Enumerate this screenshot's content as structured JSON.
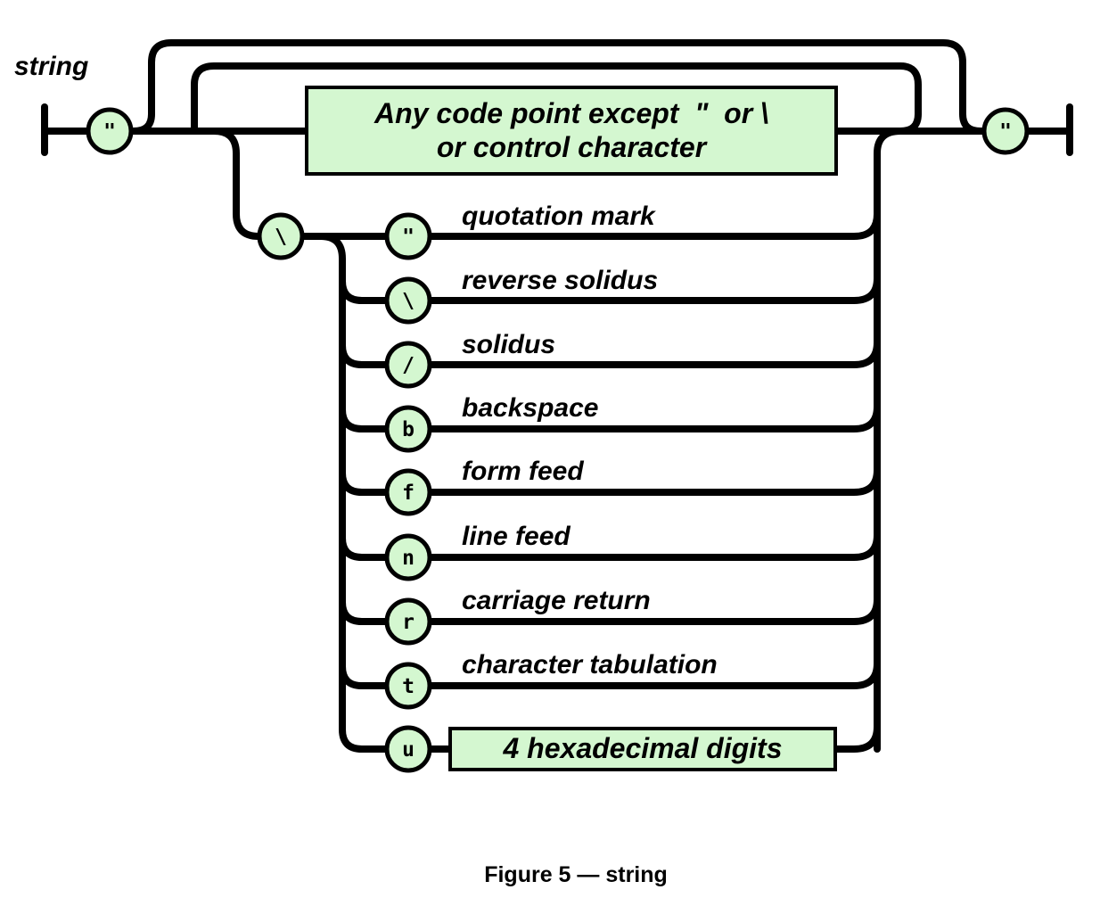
{
  "diagram": {
    "name": "string",
    "open_quote": "\"",
    "close_quote": "\"",
    "escape_char": "\\",
    "any_char_line1": "Any code point except  \"  or \\",
    "any_char_line2": "or control character",
    "escapes": [
      {
        "token": "\"",
        "label": "quotation mark"
      },
      {
        "token": "\\",
        "label": "reverse solidus"
      },
      {
        "token": "/",
        "label": "solidus"
      },
      {
        "token": "b",
        "label": "backspace"
      },
      {
        "token": "f",
        "label": "form feed"
      },
      {
        "token": "n",
        "label": "line feed"
      },
      {
        "token": "r",
        "label": "carriage return"
      },
      {
        "token": "t",
        "label": "character tabulation"
      }
    ],
    "unicode_escape": {
      "token": "u",
      "label": "4 hexadecimal digits"
    }
  },
  "caption": "Figure 5 — string",
  "colors": {
    "fill": "#d4f7d0",
    "line": "#000000"
  }
}
